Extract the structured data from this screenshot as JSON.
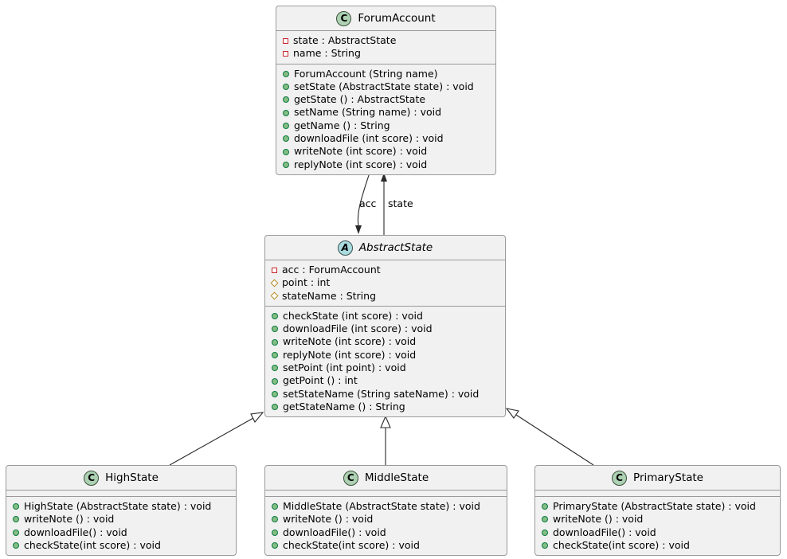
{
  "diagram": {
    "type": "uml-class-diagram",
    "colors": {
      "box_bg": "#F1F1F1",
      "box_border": "#9A9A9A",
      "class_badge_bg": "#ADD1B2",
      "abstract_badge_bg": "#A9DCDF",
      "private_icon": "#C82930",
      "protected_icon": "#B38D22",
      "public_icon_fill": "#84BE84",
      "public_icon_border": "#0B7A41",
      "edge_line": "#2A2A2A"
    },
    "classes": [
      {
        "badge": "C",
        "title": "ForumAccount",
        "fields": [
          {
            "visibility": "private",
            "text": "state : AbstractState"
          },
          {
            "visibility": "private",
            "text": "name : String"
          }
        ],
        "methods": [
          {
            "visibility": "public",
            "text": "ForumAccount (String name)"
          },
          {
            "visibility": "public",
            "text": "setState (AbstractState state) : void"
          },
          {
            "visibility": "public",
            "text": "getState () : AbstractState"
          },
          {
            "visibility": "public",
            "text": "setName (String name) : void"
          },
          {
            "visibility": "public",
            "text": "getName () : String"
          },
          {
            "visibility": "public",
            "text": "downloadFile (int score) : void"
          },
          {
            "visibility": "public",
            "text": "writeNote (int score) : void"
          },
          {
            "visibility": "public",
            "text": "replyNote (int score) : void"
          }
        ]
      },
      {
        "badge": "A",
        "title": "AbstractState",
        "fields": [
          {
            "visibility": "private",
            "text": "acc : ForumAccount"
          },
          {
            "visibility": "protected",
            "text": "point : int"
          },
          {
            "visibility": "protected",
            "text": "stateName : String"
          }
        ],
        "methods": [
          {
            "visibility": "public",
            "text": "checkState (int score) : void"
          },
          {
            "visibility": "public",
            "text": "downloadFile (int score) : void"
          },
          {
            "visibility": "public",
            "text": "writeNote (int score) : void"
          },
          {
            "visibility": "public",
            "text": "replyNote (int score) : void"
          },
          {
            "visibility": "public",
            "text": "setPoint (int point) : void"
          },
          {
            "visibility": "public",
            "text": "getPoint () : int"
          },
          {
            "visibility": "public",
            "text": "setStateName (String sateName) : void"
          },
          {
            "visibility": "public",
            "text": "getStateName () : String"
          }
        ]
      },
      {
        "badge": "C",
        "title": "HighState",
        "fields": [],
        "methods": [
          {
            "visibility": "public",
            "text": "HighState (AbstractState state) : void"
          },
          {
            "visibility": "public",
            "text": "writeNote () : void"
          },
          {
            "visibility": "public",
            "text": "downloadFile() : void"
          },
          {
            "visibility": "public",
            "text": "checkState(int score) : void"
          }
        ]
      },
      {
        "badge": "C",
        "title": "MiddleState",
        "fields": [],
        "methods": [
          {
            "visibility": "public",
            "text": "MiddleState (AbstractState state) : void"
          },
          {
            "visibility": "public",
            "text": "writeNote () : void"
          },
          {
            "visibility": "public",
            "text": "downloadFile() : void"
          },
          {
            "visibility": "public",
            "text": "checkState(int score) : void"
          }
        ]
      },
      {
        "badge": "C",
        "title": "PrimaryState",
        "fields": [],
        "methods": [
          {
            "visibility": "public",
            "text": "PrimaryState (AbstractState state) : void"
          },
          {
            "visibility": "public",
            "text": "writeNote () : void"
          },
          {
            "visibility": "public",
            "text": "downloadFile() : void"
          },
          {
            "visibility": "public",
            "text": "checkState(int score) : void"
          }
        ]
      }
    ],
    "edges": {
      "acc_label": "acc",
      "state_label": "state"
    }
  }
}
